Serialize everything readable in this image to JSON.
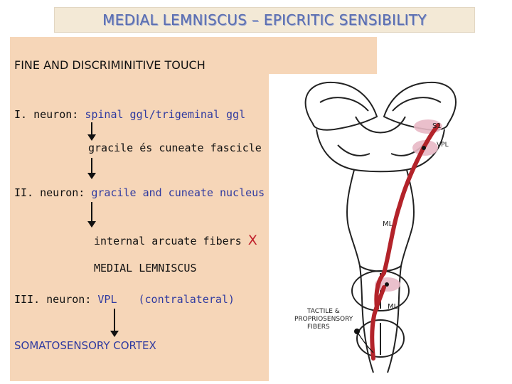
{
  "title": "MEDIAL LEMNISCUS – EPICRITIC SENSIBILITY",
  "heading": "FINE AND DISCRIMINITIVE TOUCH",
  "neuron1": {
    "label": "I. neuron: ",
    "value": "spinal ggl/trigeminal ggl"
  },
  "step1": "gracile és cuneate fascicle",
  "neuron2": {
    "label": "II. neuron: ",
    "value": "gracile and cuneate nucleus"
  },
  "step2": {
    "text": "internal arcuate fibers ",
    "mark": "X"
  },
  "step3": "MEDIAL LEMNISCUS",
  "neuron3": {
    "label": "III. neuron: ",
    "value": "VPL",
    "note": "(contralateral)"
  },
  "final": "SOMATOSENSORY CORTEX",
  "diagram": {
    "label_s1": "S1",
    "label_vpl": "VPL",
    "label_ml_upper": "ML",
    "label_ml_lower": "ML",
    "label_fibers": [
      "TACTILE &",
      "PROPRIOSENSORY",
      "FIBERS"
    ]
  },
  "colors": {
    "title_text": "#5a6db0",
    "panel": "#f6d6b8",
    "blue_text": "#2f3aa0",
    "red": "#c0202a",
    "tract": "#b3232a"
  }
}
